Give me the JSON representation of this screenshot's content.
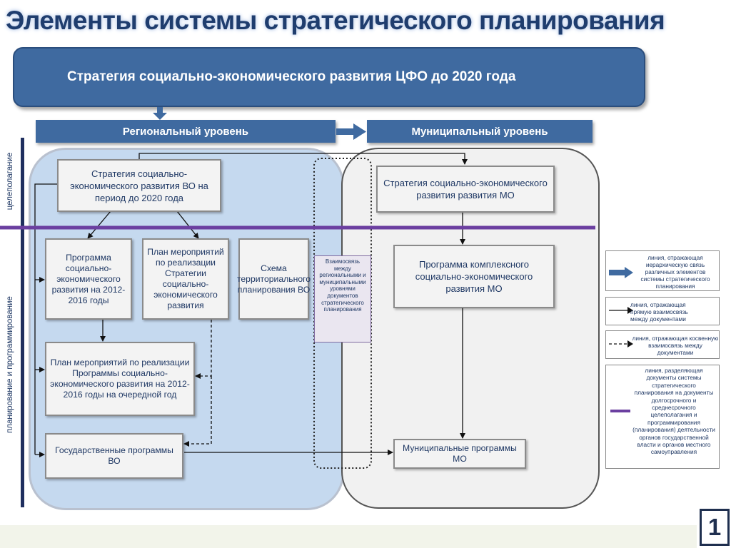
{
  "title": "Элементы системы стратегического планирования",
  "strategy": "Стратегия социально-экономического развития ЦФО до 2020 года",
  "levels": {
    "regional": "Региональный уровень",
    "municipal": "Муниципальный уровень"
  },
  "side_labels": {
    "goal_setting": "целеполагание",
    "planning": "планирование и программирование"
  },
  "regional_boxes": {
    "strategy_vo": "Стратегия социально-экономического развития ВО на период до 2020 года",
    "program_ser": "Программа социально-экономического развития на 2012-2016 годы",
    "action_plan_strategy": "План мероприятий по реализации Стратегии социально-экономического развития",
    "territorial_scheme": "Схема территориального планирования ВО",
    "action_plan_program": "План мероприятий по реализации Программы социально-экономического развития на 2012-2016 годы на очередной год",
    "state_programs": "Государственные программы ВО"
  },
  "municipal_boxes": {
    "strategy_mo": "Стратегия социально-экономического развития развития МО",
    "complex_program": "Программа комплексного социально-экономического развития МО",
    "municipal_programs": "Муниципальные программы МО"
  },
  "link_note": "Взаимосвязь между региональными и муниципальными уровнями документов стратегического планирования",
  "legend": [
    {
      "icon": "thick-arrow-icon",
      "text": "линия, отражающая иерархическую связь различных элементов системы стратегического планирования"
    },
    {
      "icon": "solid-arrow-icon",
      "text": "линия, отражающая прямую взаимосвязь между документами"
    },
    {
      "icon": "dashed-arrow-icon",
      "text": "линия, отражающая косвенную взаимосвязь между документами"
    },
    {
      "icon": "purple-line-icon",
      "text": "линия, разделяющая документы системы стратегического планирования на документы долгосрочного и среднесрочного целеполагания и программирования (планирования) деятельности органов государственной власти и органов местного самоуправления"
    }
  ],
  "page_number": "1",
  "colors": {
    "title": "#1f3d6e",
    "header_fill": "#3f6aa0",
    "regional_panel": "#c5d9ef",
    "municipal_panel": "#f1f1f1",
    "divider": "#6b3fa0"
  }
}
